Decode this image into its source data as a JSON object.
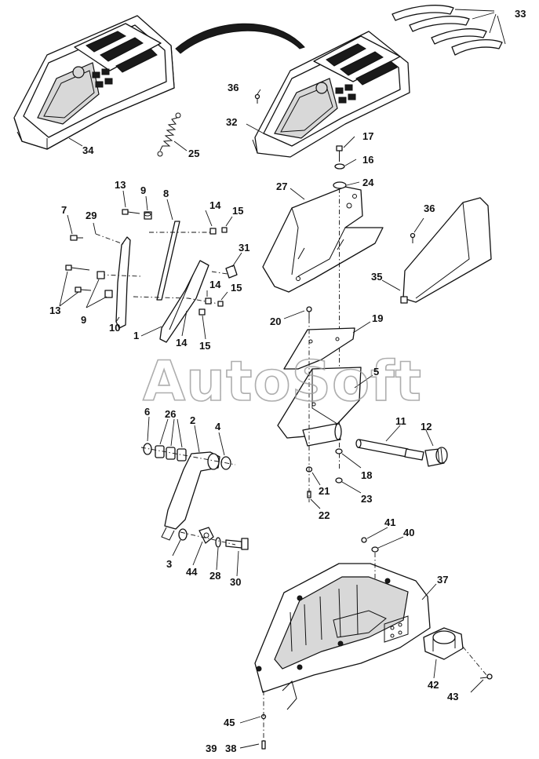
{
  "watermark": "AutoSoft",
  "callouts": {
    "c1": "1",
    "c2": "2",
    "c3": "3",
    "c4": "4",
    "c5": "5",
    "c6": "6",
    "c7": "7",
    "c8": "8",
    "c9a": "9",
    "c9b": "9",
    "c10": "10",
    "c11": "11",
    "c12": "12",
    "c13a": "13",
    "c13b": "13",
    "c14a": "14",
    "c14b": "14",
    "c14c": "14",
    "c15a": "15",
    "c15b": "15",
    "c15c": "15",
    "c16": "16",
    "c17": "17",
    "c18": "18",
    "c19": "19",
    "c20": "20",
    "c21": "21",
    "c22": "22",
    "c23": "23",
    "c24": "24",
    "c25": "25",
    "c26": "26",
    "c27": "27",
    "c28": "28",
    "c29": "29",
    "c30": "30",
    "c31": "31",
    "c32": "32",
    "c33": "33",
    "c34": "34",
    "c35": "35",
    "c36a": "36",
    "c36b": "36",
    "c37": "37",
    "c38": "38",
    "c39": "39",
    "c40": "40",
    "c41": "41",
    "c42": "42",
    "c43": "43",
    "c44": "44",
    "c45": "45"
  }
}
